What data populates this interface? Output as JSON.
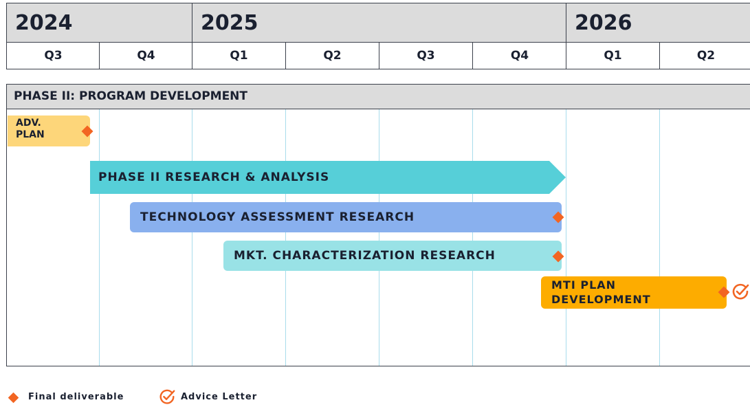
{
  "timeline": {
    "years": [
      "2024",
      "2025",
      "2026"
    ],
    "quarters": [
      "Q3",
      "Q4",
      "Q1",
      "Q2",
      "Q3",
      "Q4",
      "Q1",
      "Q2"
    ]
  },
  "phase": {
    "title": "PHASE II: PROGRAM DEVELOPMENT",
    "tasks": [
      {
        "label_lines": [
          "ADV.",
          "PLAN"
        ],
        "color": "#fdd67a",
        "deliverable": true
      },
      {
        "label": "PHASE II RESEARCH & ANALYSIS",
        "color": "#56cfd8",
        "deliverable": false
      },
      {
        "label": "TECHNOLOGY ASSESSMENT RESEARCH",
        "color": "#89b0ee",
        "deliverable": true
      },
      {
        "label": "MKT. CHARACTERIZATION RESEARCH",
        "color": "#99e2e6",
        "deliverable": true
      },
      {
        "label_lines": [
          "MTI PLAN",
          "DEVELOPMENT"
        ],
        "color": "#fdac00",
        "deliverable": true,
        "advice_letter": true
      }
    ]
  },
  "legend": {
    "final_deliverable": "Final deliverable",
    "advice_letter": "Advice Letter",
    "deliverable_color": "#f26522",
    "deliverable_icon": "diamond-icon",
    "advice_icon": "check-circle-icon"
  }
}
